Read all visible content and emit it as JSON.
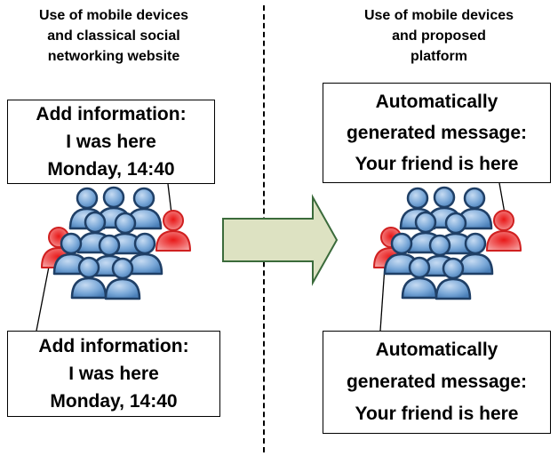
{
  "left": {
    "heading": "Use of mobile devices\nand classical social\nnetworking website",
    "top_box": "Add information:\nI was here\nMonday, 14:40",
    "bottom_box": "Add information:\nI was here\nMonday, 14:40"
  },
  "right": {
    "heading": "Use of mobile devices\nand proposed\nplatform",
    "top_box": "Automatically\ngenerated message:\nYour friend is here",
    "bottom_box": "Automatically\ngenerated message:\nYour friend is here"
  },
  "colors": {
    "person_blue": "#7aa8d8",
    "person_blue_dark": "#2e5f95",
    "person_red": "#e03030",
    "arrow_fill": "#dde2c2",
    "arrow_stroke": "#3b6b3b"
  },
  "icons": [
    "people-crowd-icon",
    "right-arrow-icon"
  ]
}
